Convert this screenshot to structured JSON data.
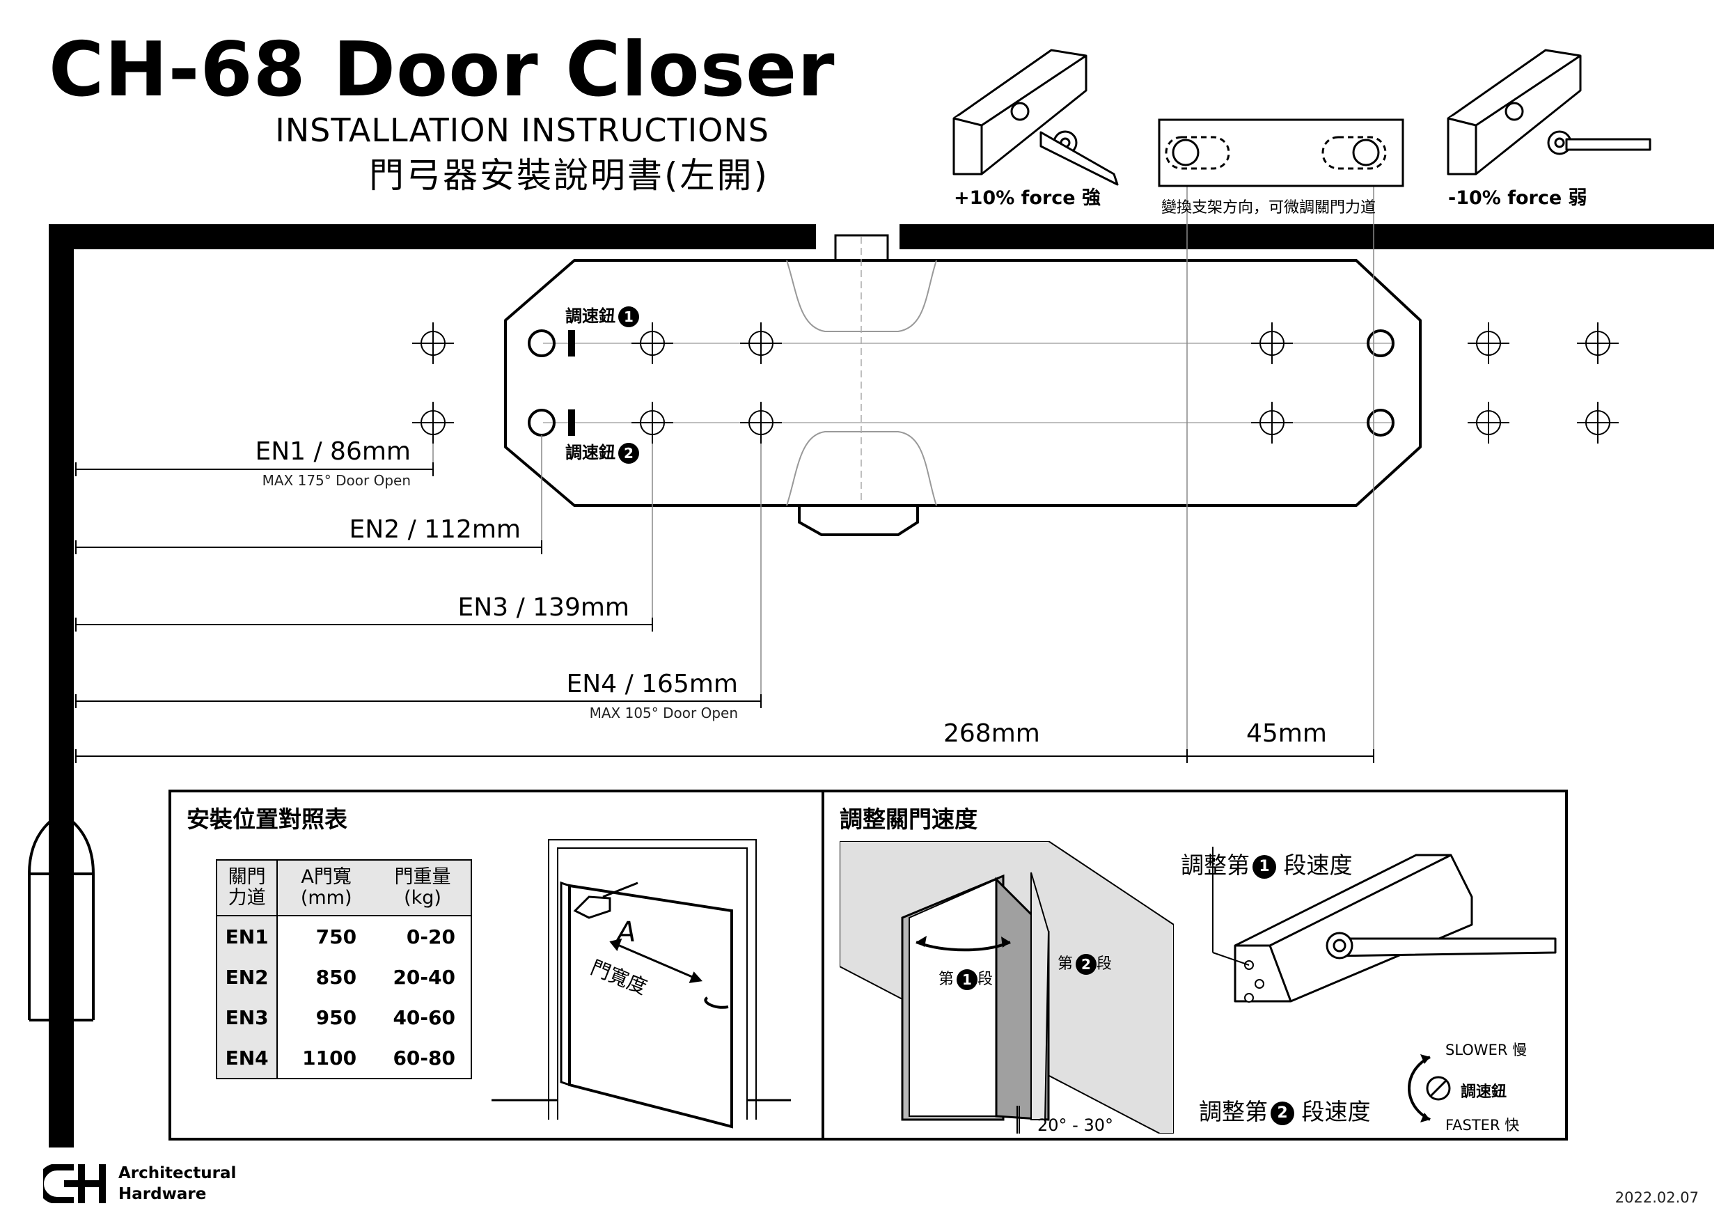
{
  "header": {
    "title": "CH-68 Door Closer",
    "subtitle": "INSTALLATION INSTRUCTIONS",
    "subtitle_cn": "門弓器安裝說明書(左開)"
  },
  "force_options": {
    "plus_label": "+10% force 強",
    "bracket_note": "變換支架方向，可微調關門力道",
    "minus_label": "-10% force 弱"
  },
  "speed_knobs": {
    "knob1_label": "調速鈕",
    "knob1_num": "1",
    "knob2_label": "調速鈕",
    "knob2_num": "2"
  },
  "dimensions": {
    "en1": "EN1 / 86mm",
    "en1_note": "MAX 175° Door Open",
    "en2": "EN2 / 112mm",
    "en3": "EN3 / 139mm",
    "en4": "EN4 / 165mm",
    "en4_note": "MAX 105° Door Open",
    "d268": "268mm",
    "d45": "45mm"
  },
  "table_panel": {
    "title": "安裝位置對照表",
    "headers": [
      "關門\n力道",
      "A門寬\n(mm)",
      "門重量\n(kg)"
    ],
    "header_force": [
      "關門",
      "力道"
    ],
    "header_width": [
      "A門寬",
      "(mm)"
    ],
    "header_weight": [
      "門重量",
      "(kg)"
    ],
    "rows": [
      {
        "en": "EN1",
        "width": "750",
        "weight": "0-20"
      },
      {
        "en": "EN2",
        "width": "850",
        "weight": "20-40"
      },
      {
        "en": "EN3",
        "width": "950",
        "weight": "40-60"
      },
      {
        "en": "EN4",
        "width": "1100",
        "weight": "60-80"
      }
    ],
    "door_letter": "A",
    "door_width_label": "門寬度"
  },
  "speed_panel": {
    "title": "調整關門速度",
    "stage1": "第",
    "stage1_num": "1",
    "stage1_suffix": "段",
    "stage2": "第",
    "stage2_num": "2",
    "stage2_suffix": "段",
    "angle": "20° - 30°",
    "adjust1_pre": "調整第",
    "adjust1_num": "1",
    "adjust1_post": "段速度",
    "adjust2_pre": "調整第",
    "adjust2_num": "2",
    "adjust2_post": "段速度",
    "slower": "SLOWER 慢",
    "knob": "調速鈕",
    "faster": "FASTER 快"
  },
  "footer": {
    "brand_line1": "Architectural",
    "brand_line2": "Hardware",
    "date": "2022.02.07"
  }
}
